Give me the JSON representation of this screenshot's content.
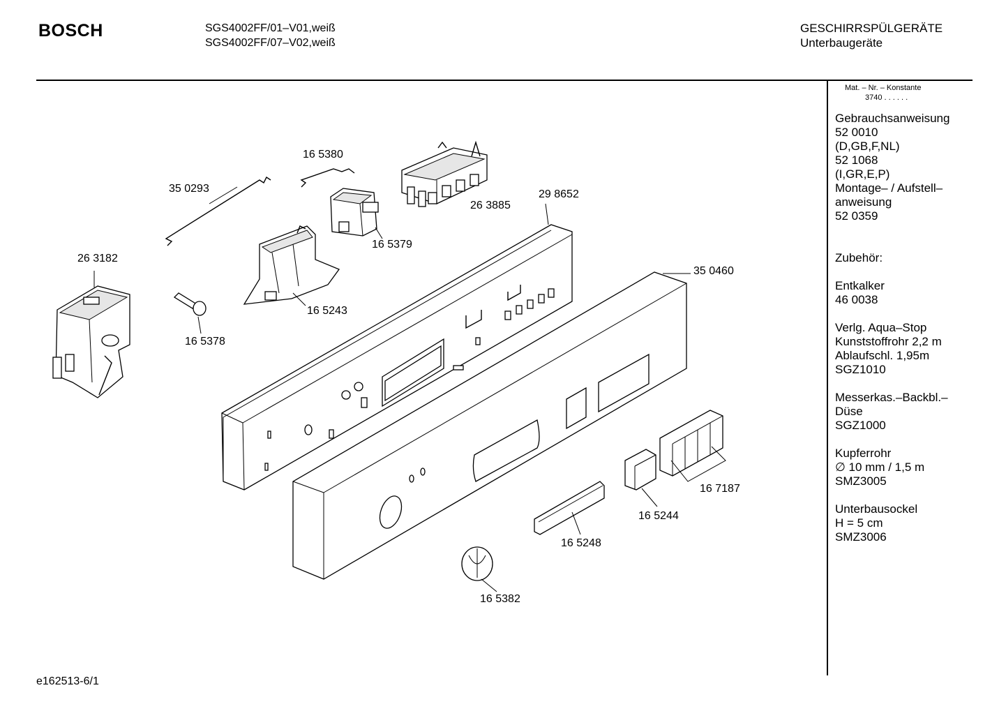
{
  "header": {
    "brand": "BOSCH",
    "model_1": "SGS4002FF/01–V01,weiß",
    "model_2": "SGS4002FF/07–V02,weiß",
    "category_1": "GESCHIRRSPÜLGERÄTE",
    "category_2": "Unterbaugeräte"
  },
  "sidebar": {
    "matnr_label": "Mat. – Nr. – Konstante",
    "matnr_value": "3740 . .  . . . .",
    "lines_a": [
      "Gebrauchsanweisung",
      "52 0010",
      "(D,GB,F,NL)",
      "52 1068",
      "(I,GR,E,P)",
      "Montage– / Aufstell–",
      "anweisung",
      "52 0359"
    ],
    "zubehoer": "Zubehör:",
    "entkalker": [
      "Entkalker",
      "46 0038"
    ],
    "aquastop": [
      "Verlg. Aqua–Stop",
      "Kunststoffrohr 2,2 m",
      "Ablaufschl. 1,95m",
      "SGZ1010"
    ],
    "messerkas": [
      "Messerkas.–Backbl.–",
      "Düse",
      "SGZ1000"
    ],
    "kupfer": [
      "Kupferrohr",
      "∅ 10 mm / 1,5 m",
      "SMZ3005"
    ],
    "sockel": [
      "Unterbausockel",
      "H = 5 cm",
      "SMZ3006"
    ]
  },
  "callouts": {
    "p350293": "35 0293",
    "p165380": "16 5380",
    "p263885": "26 3885",
    "p298652": "29 8652",
    "p165379": "16 5379",
    "p263182": "26 3182",
    "p165243": "16 5243",
    "p165378": "16 5378",
    "p350460": "35 0460",
    "p167187": "16 7187",
    "p165244": "16 5244",
    "p165248": "16 5248",
    "p165382": "16 5382"
  },
  "footer": {
    "drawing_id": "e162513-6/1"
  }
}
